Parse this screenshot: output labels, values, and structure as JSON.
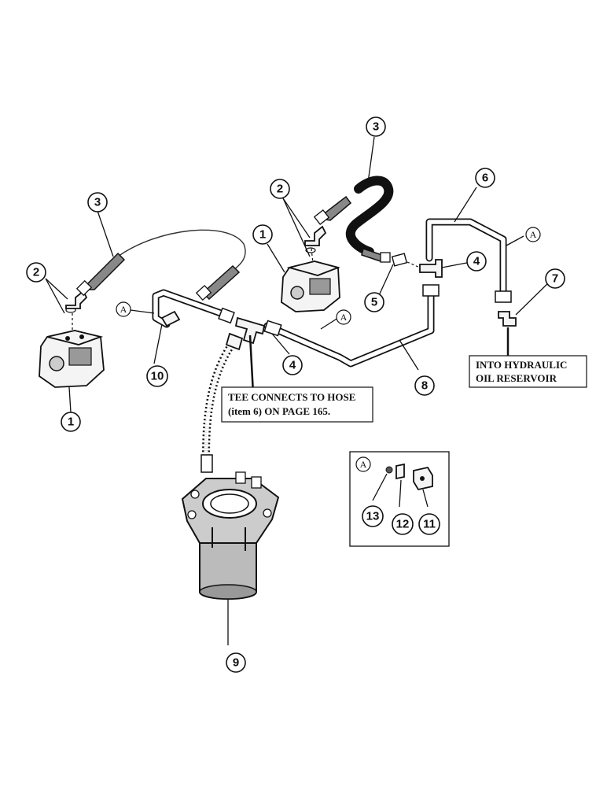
{
  "callouts": {
    "c1a": "1",
    "c1b": "1",
    "c2a": "2",
    "c2b": "2",
    "c3a": "3",
    "c3b": "3",
    "c4a": "4",
    "c4b": "4",
    "c5": "5",
    "c6": "6",
    "c7": "7",
    "c8": "8",
    "c9": "9",
    "c10": "10",
    "c11": "11",
    "c12": "12",
    "c13": "13"
  },
  "detail_markers": {
    "a1": "A",
    "a2": "A",
    "a3": "A",
    "a4": "A"
  },
  "notes": {
    "tee_line1": "TEE CONNECTS TO HOSE",
    "tee_line2": "(item 6) ON PAGE 165.",
    "reservoir_line1": "INTO HYDRAULIC",
    "reservoir_line2": "OIL RESERVOIR"
  }
}
